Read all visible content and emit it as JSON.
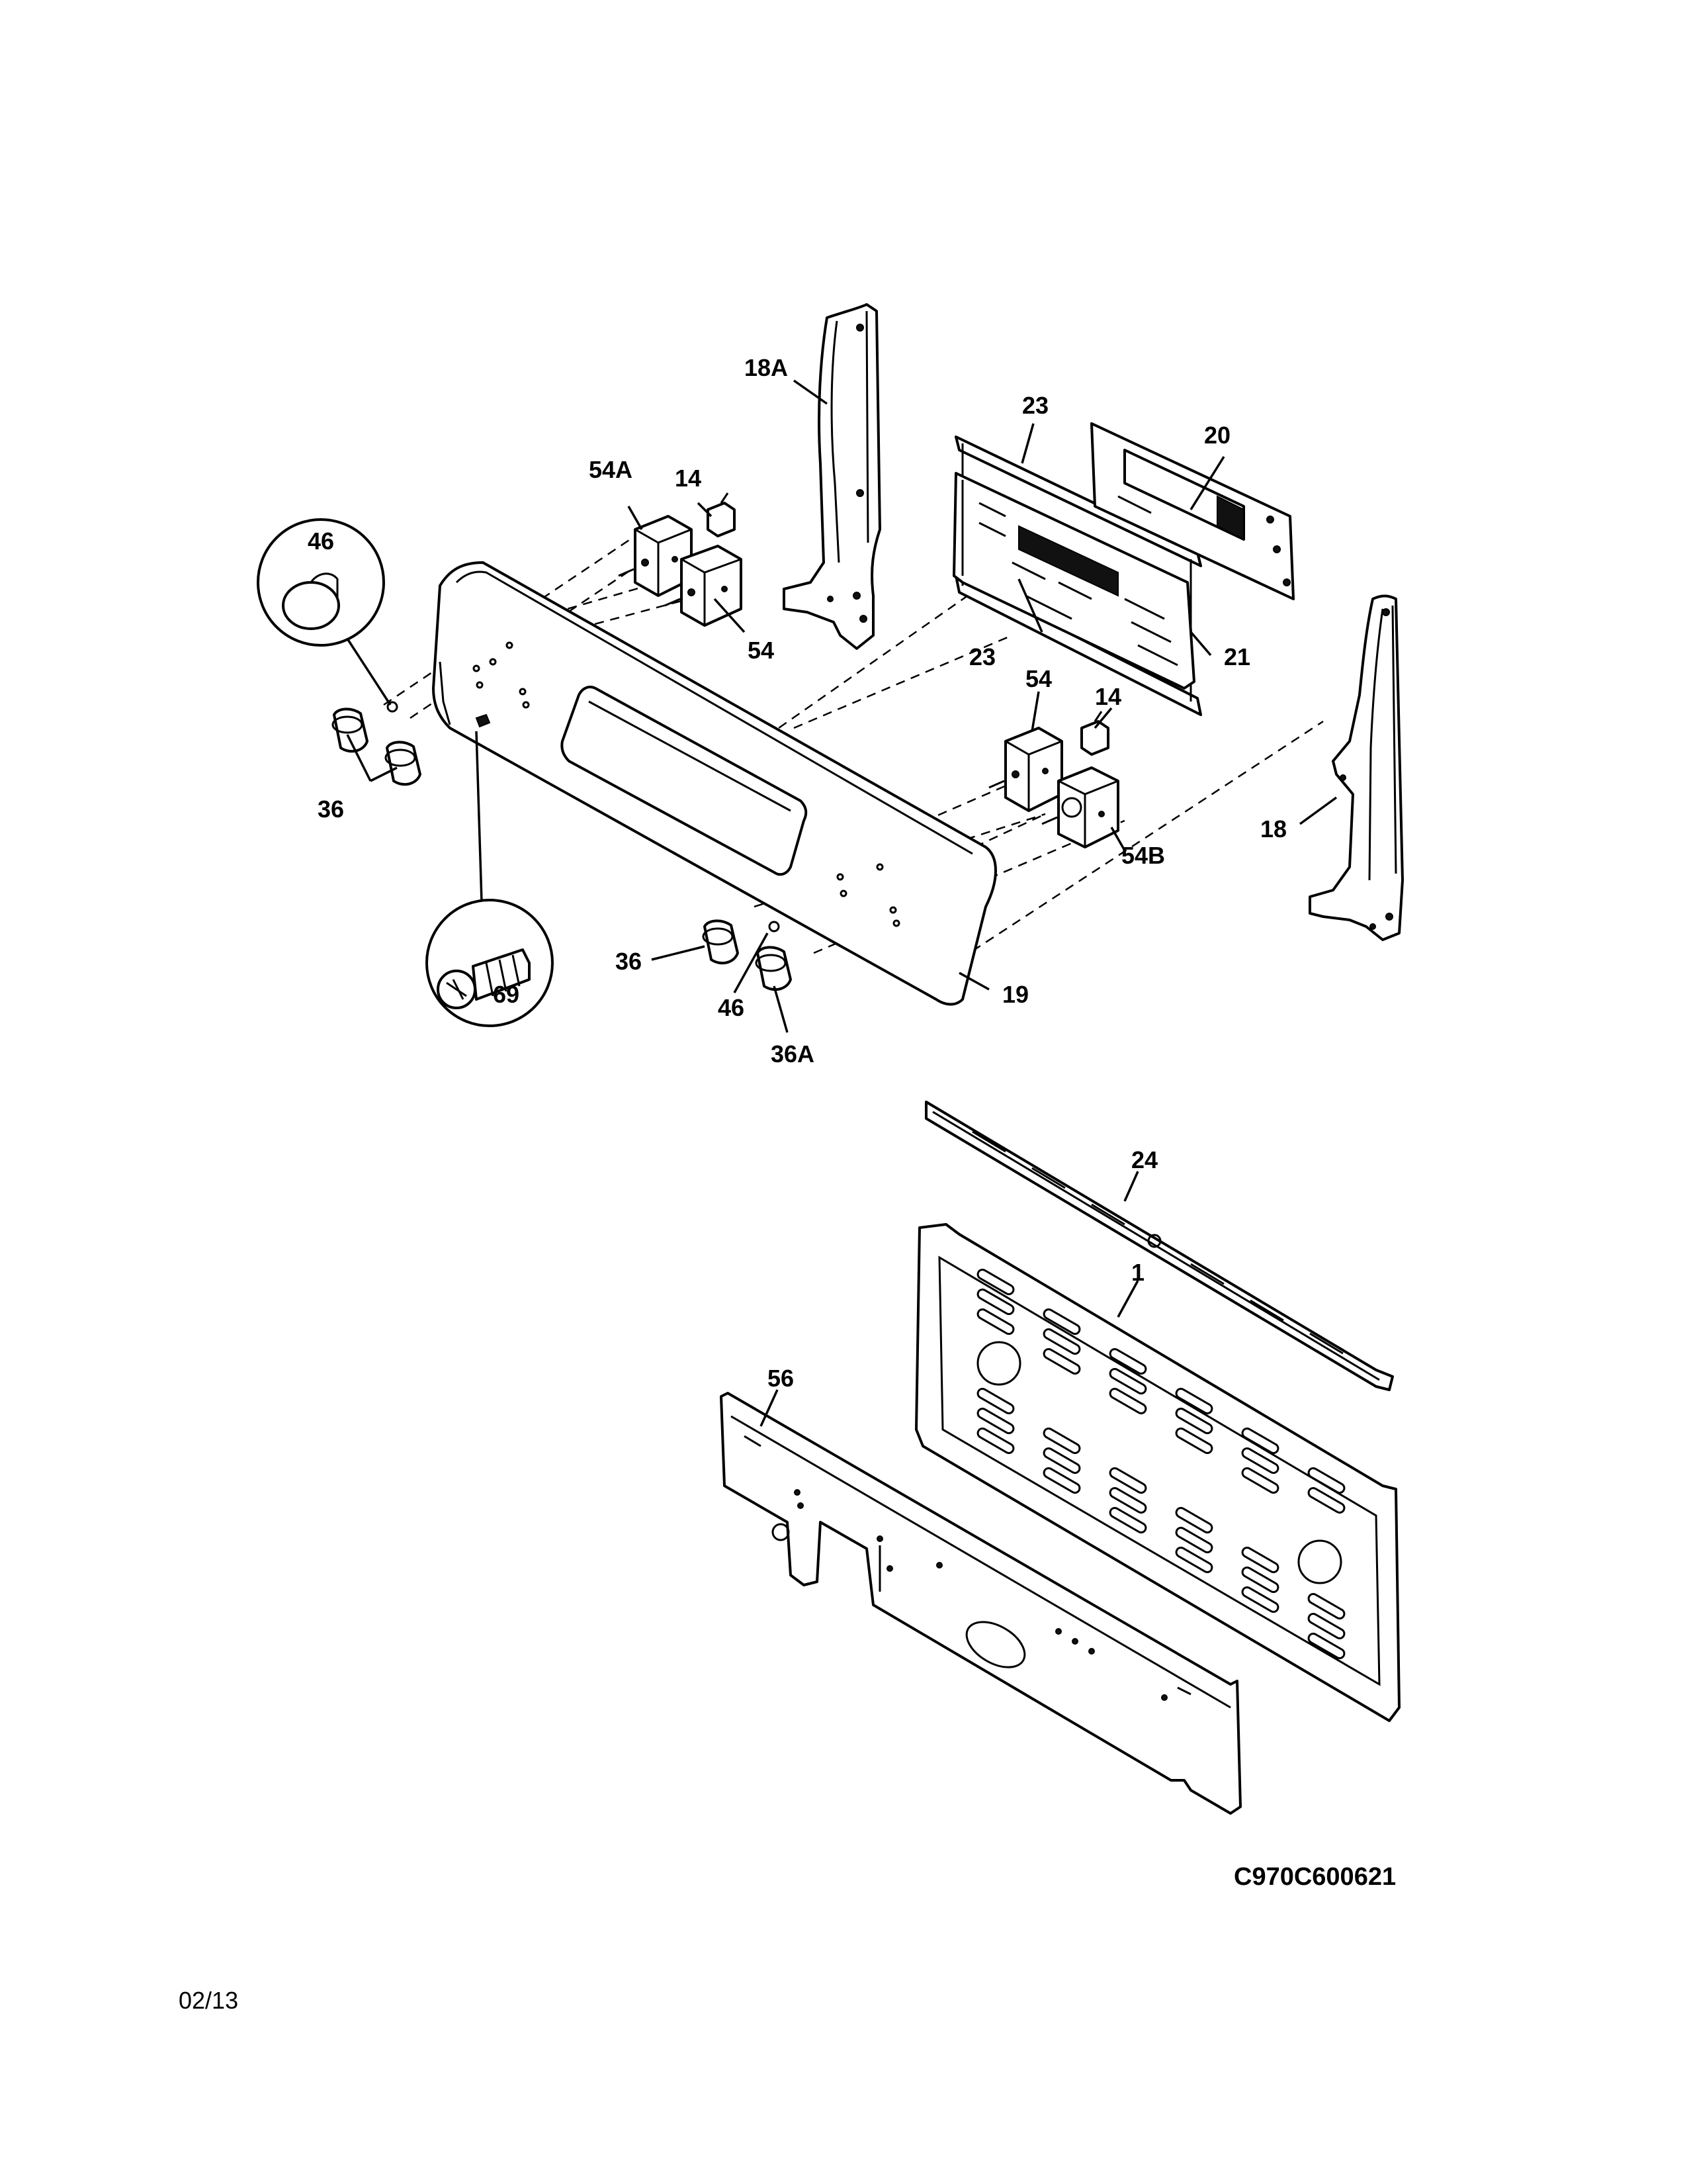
{
  "diagram_code": "C970C600621",
  "revision_date": "02/13",
  "callouts": [
    "1",
    "14",
    "14",
    "18",
    "18A",
    "19",
    "20",
    "21",
    "23",
    "23",
    "24",
    "36",
    "36",
    "36A",
    "46",
    "46",
    "54",
    "54",
    "54A",
    "54B",
    "56",
    "69"
  ]
}
